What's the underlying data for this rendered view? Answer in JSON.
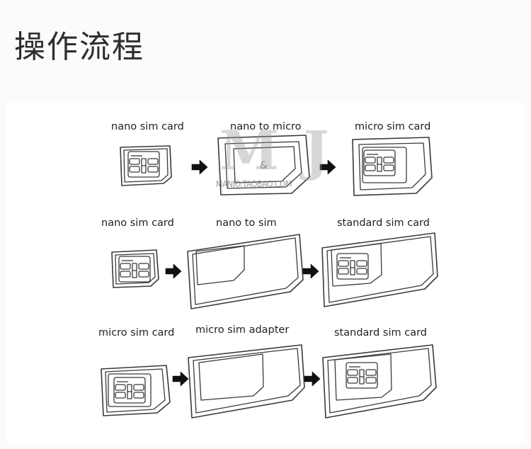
{
  "title": "操作流程",
  "watermark": {
    "letters": "M J",
    "ampersand": "&",
    "url": "MANJO.TAOBAO.COM"
  },
  "rows": [
    {
      "labels": [
        "nano sim card",
        "nano to micro",
        "micro sim card"
      ]
    },
    {
      "labels": [
        "nano sim card",
        "nano to sim",
        "standard sim card"
      ]
    },
    {
      "labels": [
        "micro sim card",
        "micro sim adapter",
        "standard sim card"
      ]
    }
  ],
  "colors": {
    "line": "#3a3a3a",
    "arrow": "#111111",
    "title": "#2e2e2e"
  }
}
